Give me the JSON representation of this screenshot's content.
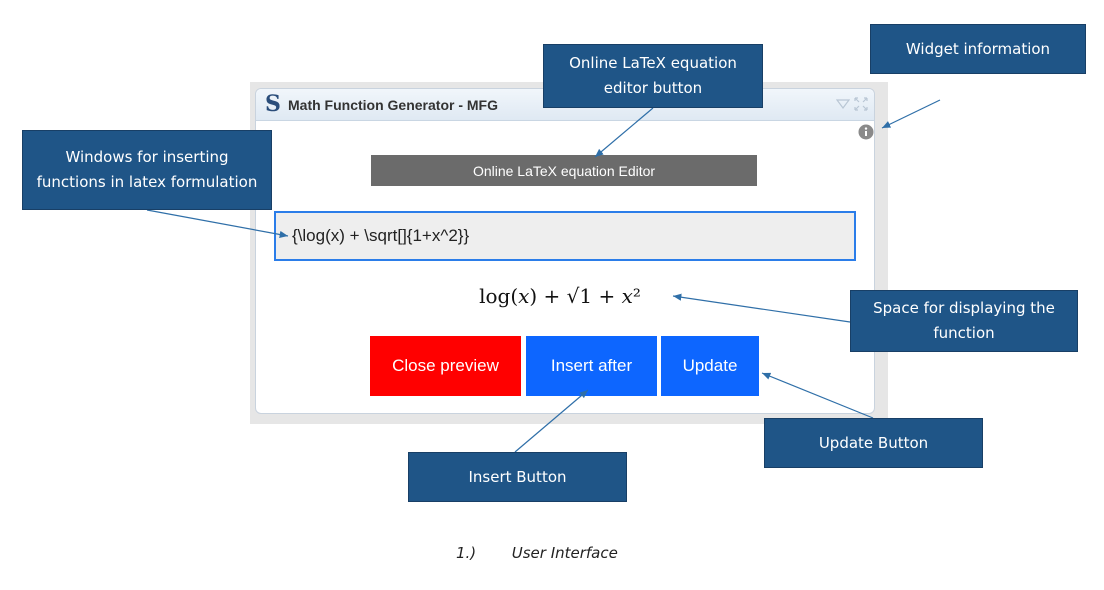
{
  "widget": {
    "title": "Math Function Generator - MFG",
    "logo_glyph": "S",
    "latex_editor_button": "Online LaTeX equation Editor",
    "latex_input_value": "{\\log(x) + \\sqrt[]{1+x^2}}",
    "preview_text": "log(𝑥) + √1 + 𝑥²",
    "buttons": {
      "close_preview": "Close preview",
      "insert_after": "Insert after",
      "update": "Update"
    },
    "colors": {
      "close_preview": "#ff0000",
      "insert_after": "#0d66ff",
      "update": "#0d66ff",
      "editor_button": "#6b6b6b"
    }
  },
  "callouts": {
    "latex_editor": "Online LaTeX equation editor button",
    "widget_info": "Widget information",
    "input_window": "Windows for inserting functions in latex formulation",
    "display_space": "Space for displaying the function",
    "update_button": "Update Button",
    "insert_button": "Insert Button"
  },
  "caption": {
    "number": "1.)",
    "text": "User Interface"
  }
}
